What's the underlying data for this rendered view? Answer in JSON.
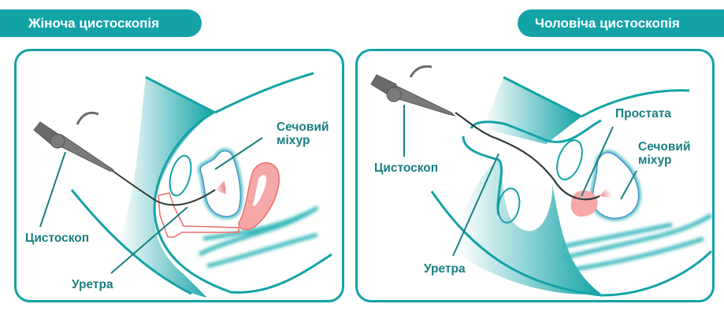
{
  "colors": {
    "teal": "#13a3a6",
    "label_text": "#1a7f82",
    "pink": "#f29a9a",
    "pink_outline": "#ef6a6a",
    "scope_gray": "#707070",
    "wire": "#2f3a3a"
  },
  "female": {
    "title": "Жіноча цистоскопія",
    "labels": {
      "bladder": "Сечовий\nміхур",
      "bladder_line1": "Сечовий",
      "bladder_line2": "міхур",
      "cystoscope": "Цистоскоп",
      "urethra": "Уретра"
    }
  },
  "male": {
    "title": "Чоловіча цистоскопія",
    "labels": {
      "prostate": "Простата",
      "bladder_line1": "Сечовий",
      "bladder_line2": "міхур",
      "cystoscope": "Цистоскоп",
      "urethra": "Уретра"
    }
  }
}
